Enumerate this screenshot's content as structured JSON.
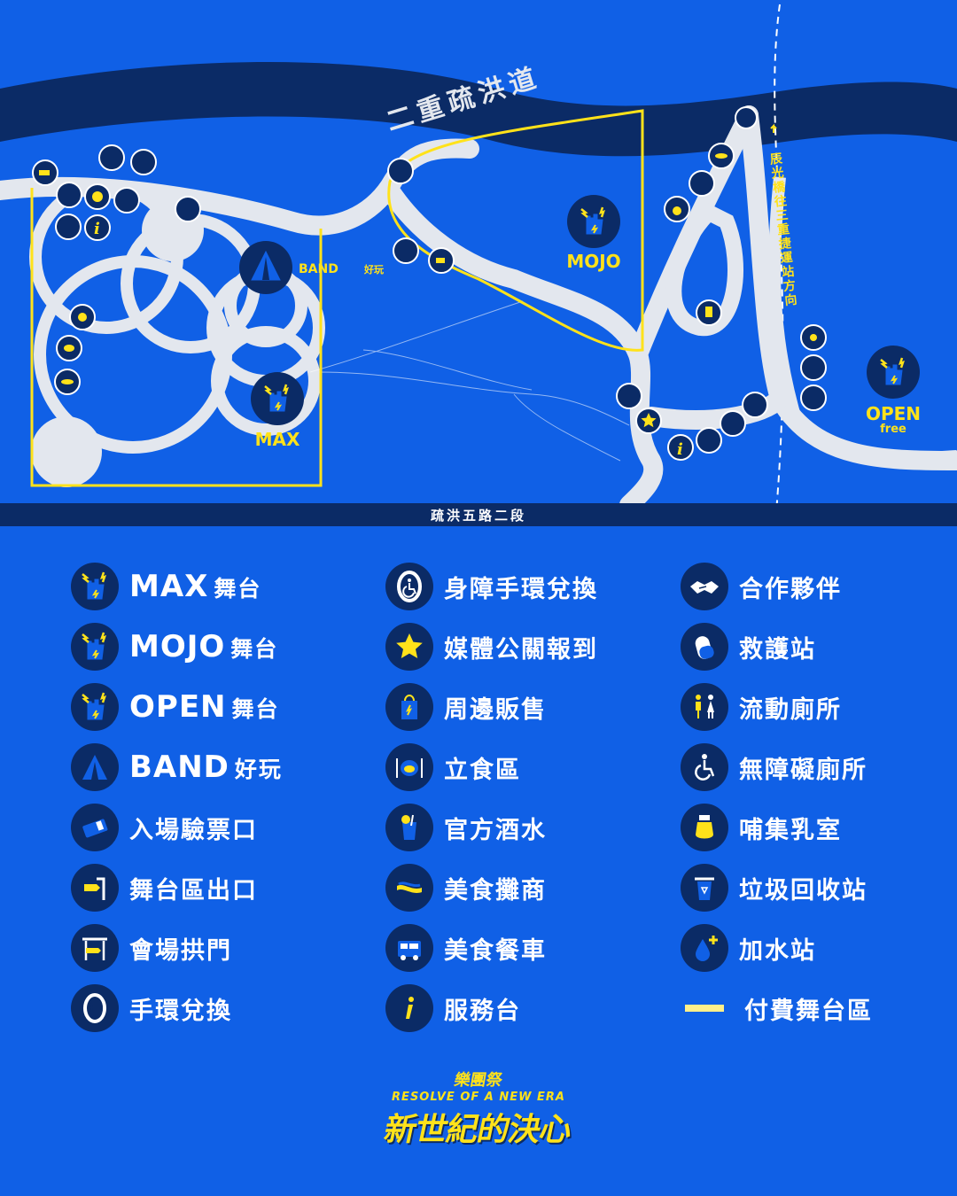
{
  "map": {
    "roads": {
      "top_road": "二重疏洪道",
      "bottom_road": "疏洪五路二段",
      "direction_note": "辰光橋往三重捷運站方向"
    },
    "stages": {
      "max": "MAX",
      "mojo": "MOJO",
      "band": "BAND",
      "band_suffix": "好玩",
      "open": "OPEN",
      "open_sub": "free"
    }
  },
  "legend": {
    "col1": [
      {
        "icon": "max-stage-icon",
        "label_big": "MAX",
        "label_small": "舞台"
      },
      {
        "icon": "mojo-stage-icon",
        "label_big": "MOJO",
        "label_small": "舞台"
      },
      {
        "icon": "open-stage-icon",
        "label_big": "OPEN",
        "label_small": "舞台"
      },
      {
        "icon": "band-tent-icon",
        "label_big": "BAND",
        "label_small": "好玩"
      },
      {
        "icon": "ticket-icon",
        "label": "入場驗票口"
      },
      {
        "icon": "exit-sign-icon",
        "label": "舞台區出口"
      },
      {
        "icon": "gate-arch-icon",
        "label": "會場拱門"
      },
      {
        "icon": "wristband-icon",
        "label": "手環兌換"
      }
    ],
    "col2": [
      {
        "icon": "accessible-wristband-icon",
        "label": "身障手環兌換"
      },
      {
        "icon": "star-icon",
        "label": "媒體公關報到"
      },
      {
        "icon": "shopping-bag-icon",
        "label": "周邊販售"
      },
      {
        "icon": "dining-icon",
        "label": "立食區"
      },
      {
        "icon": "drink-icon",
        "label": "官方酒水"
      },
      {
        "icon": "food-vendor-icon",
        "label": "美食攤商"
      },
      {
        "icon": "food-truck-icon",
        "label": "美食餐車"
      },
      {
        "icon": "info-icon",
        "label": "服務台"
      }
    ],
    "col3": [
      {
        "icon": "handshake-icon",
        "label": "合作夥伴"
      },
      {
        "icon": "first-aid-icon",
        "label": "救護站"
      },
      {
        "icon": "toilet-icon",
        "label": "流動廁所"
      },
      {
        "icon": "accessible-toilet-icon",
        "label": "無障礙廁所"
      },
      {
        "icon": "baby-bottle-icon",
        "label": "哺集乳室"
      },
      {
        "icon": "recycle-bin-icon",
        "label": "垃圾回收站"
      },
      {
        "icon": "water-refill-icon",
        "label": "加水站"
      },
      {
        "icon": "paid-area-line-icon",
        "label": "付費舞台區"
      }
    ]
  },
  "logo": {
    "brand": "樂團祭",
    "english": "RESOLVE OF A NEW ERA",
    "title": "新世紀的決心"
  },
  "colors": {
    "background": "#1060e6",
    "navy": "#0b2b66",
    "path_gray": "#e3e7ee",
    "yellow": "#ffe21a",
    "paid_line": "#ffef8a"
  }
}
